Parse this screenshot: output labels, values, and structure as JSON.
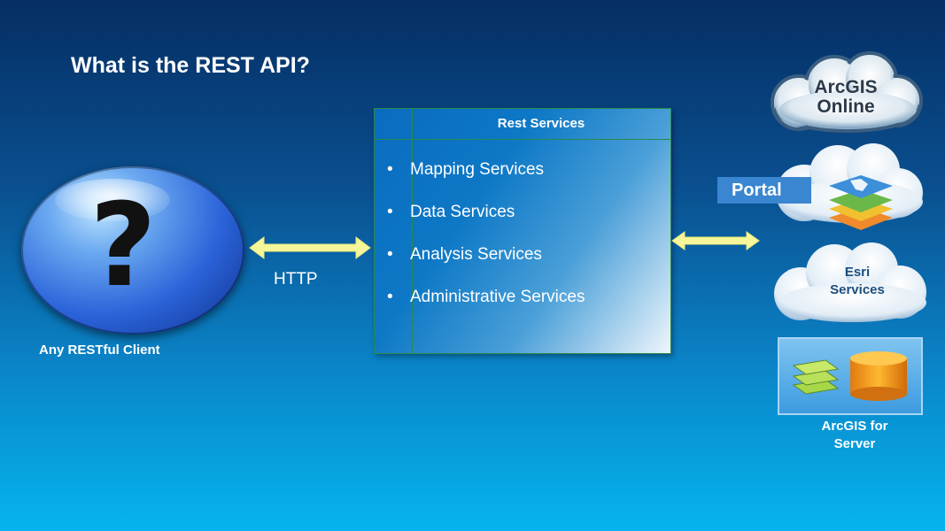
{
  "title": "What is the REST API?",
  "client": {
    "glyph": "?",
    "label": "Any RESTful Client"
  },
  "connection": {
    "protocol_label": "HTTP"
  },
  "rest_services": {
    "header": "Rest Services",
    "items": [
      "Mapping Services",
      "Data Services",
      "Analysis Services",
      "Administrative Services"
    ]
  },
  "providers": {
    "arcgis_online": {
      "line1": "ArcGIS",
      "line2": "Online"
    },
    "portal": {
      "label": "Portal"
    },
    "esri_services": {
      "line1": "Esri",
      "line2": "Services"
    },
    "arcgis_server": {
      "line1": "ArcGIS for",
      "line2": "Server"
    }
  },
  "colors": {
    "arrow": "#f7f79a",
    "box_border": "#2a8a4a",
    "portal_badge": "#3a86d0"
  },
  "icons": {
    "client": "question-mark-sphere-icon",
    "arrows": "double-headed-arrow-icon",
    "portal_layers": "map-layers-icon",
    "server_layers": "layers-icon",
    "server_db": "database-icon"
  }
}
